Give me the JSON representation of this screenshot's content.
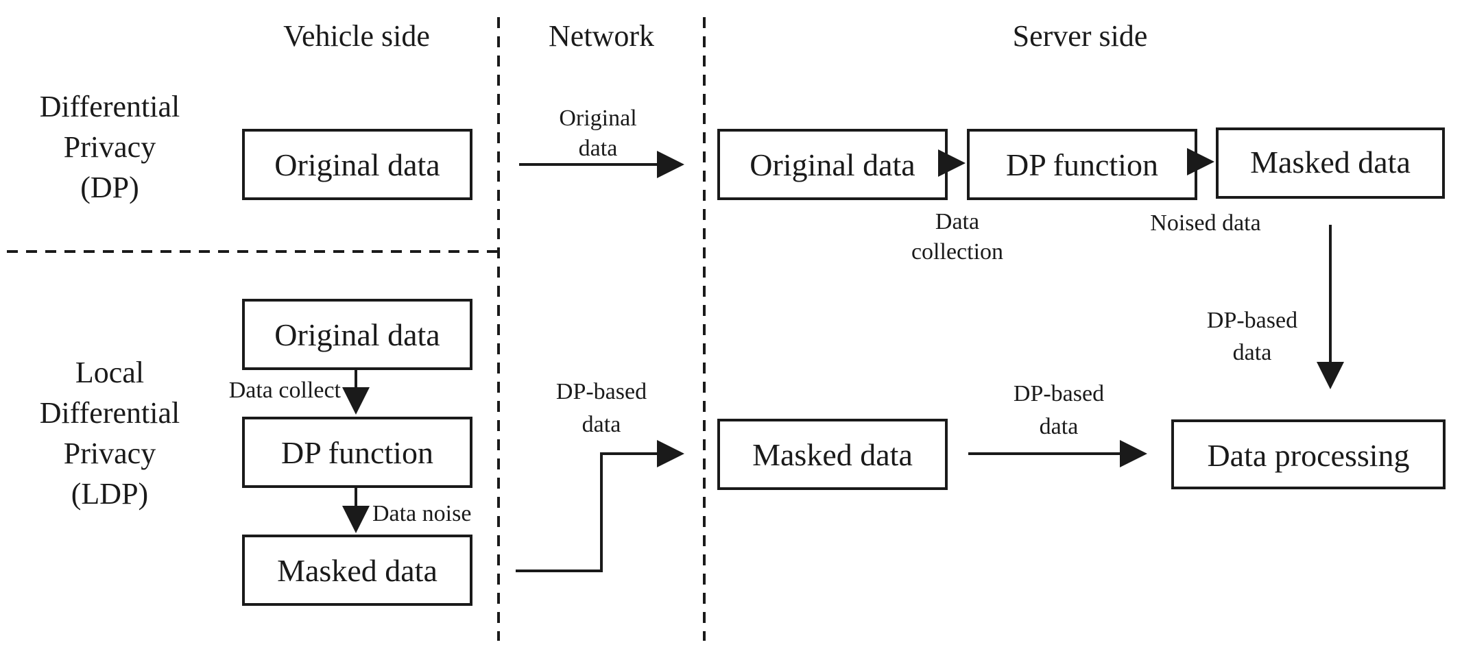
{
  "headers": {
    "vehicle_side": "Vehicle side",
    "network": "Network",
    "server_side": "Server side"
  },
  "rows": {
    "dp": {
      "line1": "Differential",
      "line2": "Privacy",
      "line3": "(DP)"
    },
    "ldp": {
      "line1": "Local",
      "line2": "Differential",
      "line3": "Privacy",
      "line4": "(LDP)"
    }
  },
  "boxes": {
    "dp_vehicle_original": "Original data",
    "dp_server_original": "Original data",
    "dp_server_function": "DP function",
    "dp_server_masked": "Masked data",
    "ldp_vehicle_original": "Original data",
    "ldp_vehicle_function": "DP function",
    "ldp_vehicle_masked": "Masked data",
    "ldp_server_masked": "Masked data",
    "data_processing": "Data processing"
  },
  "labels": {
    "dp_network_line1": "Original",
    "dp_network_line2": "data",
    "data_collection_line1": "Data",
    "data_collection_line2": "collection",
    "noised_data": "Noised data",
    "dp_based_right_line1": "DP-based",
    "dp_based_right_line2": "data",
    "data_collect": "Data collect",
    "data_noise": "Data noise",
    "ldp_network_line1": "DP-based",
    "ldp_network_line2": "data",
    "ldp_server_line1": "DP-based",
    "ldp_server_line2": "data"
  },
  "colors": {
    "ink": "#1a1a1a",
    "background": "#ffffff"
  }
}
